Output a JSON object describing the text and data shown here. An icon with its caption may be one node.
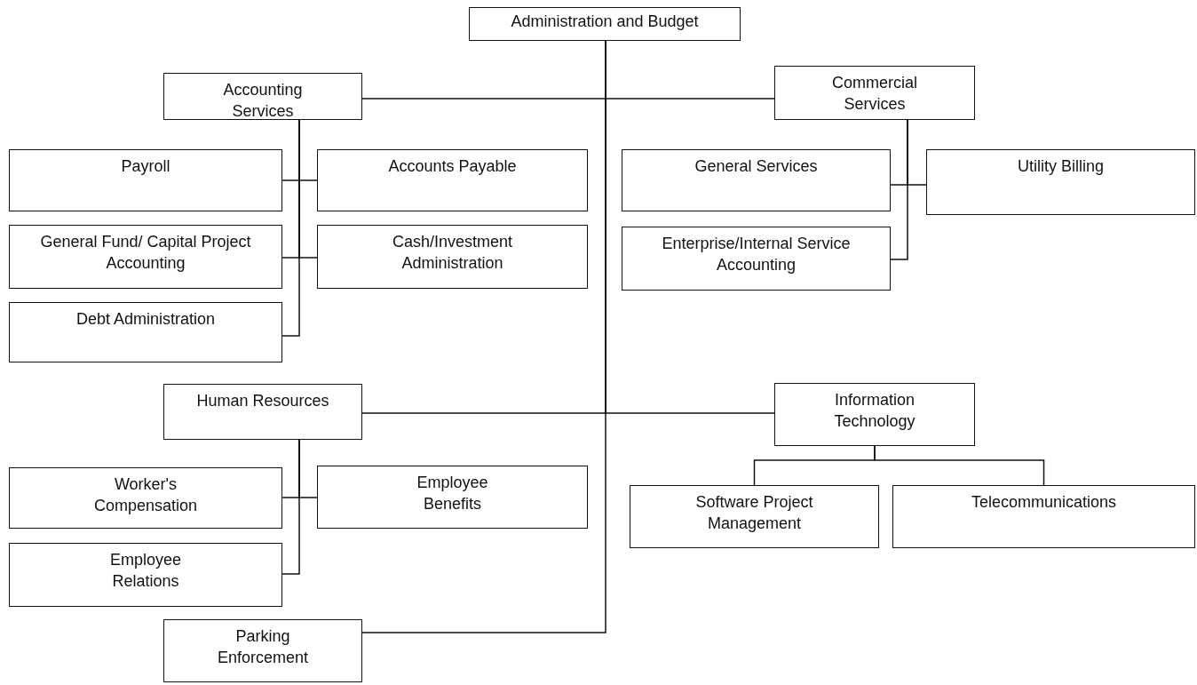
{
  "diagram": {
    "nodes": [
      {
        "text": [
          "Administration and Budget"
        ]
      },
      {
        "text": [
          "Accounting Services"
        ]
      },
      {
        "text": [
          "Commercial Services"
        ]
      },
      {
        "text": [
          "Payroll"
        ]
      },
      {
        "text": [
          "Accounts Payable"
        ]
      },
      {
        "text": [
          "General Fund/ Capital Project Accounting"
        ]
      },
      {
        "text": [
          "Cash/Investment Administration"
        ]
      },
      {
        "text": [
          "Debt Administration"
        ]
      },
      {
        "text": [
          "General Services"
        ]
      },
      {
        "text": [
          "Utility Billing"
        ]
      },
      {
        "text": [
          "Enterprise/Internal Service Accounting"
        ]
      },
      {
        "text": [
          "Human Resources"
        ]
      },
      {
        "text": [
          "Information Technology"
        ]
      },
      {
        "text": [
          "Worker's Compensation"
        ]
      },
      {
        "text": [
          "Employee Benefits"
        ]
      },
      {
        "text": [
          "Employee Relations"
        ]
      },
      {
        "text": [
          "Software Project Management"
        ]
      },
      {
        "text": [
          "Telecommunications"
        ]
      },
      {
        "text": [
          "Parking Enforcement"
        ]
      }
    ],
    "edges": [
      {
        "from": 0,
        "to": 1,
        "arrow": "none"
      },
      {
        "from": 0,
        "to": 2,
        "arrow": "none"
      },
      {
        "from": 0,
        "to": 11,
        "arrow": "none"
      },
      {
        "from": 0,
        "to": 12,
        "arrow": "none"
      },
      {
        "from": 0,
        "to": 18,
        "arrow": "none"
      },
      {
        "from": 1,
        "to": 3,
        "arrow": "none"
      },
      {
        "from": 1,
        "to": 4,
        "arrow": "none"
      },
      {
        "from": 1,
        "to": 5,
        "arrow": "none"
      },
      {
        "from": 1,
        "to": 6,
        "arrow": "none"
      },
      {
        "from": 1,
        "to": 7,
        "arrow": "none"
      },
      {
        "from": 2,
        "to": 8,
        "arrow": "none"
      },
      {
        "from": 2,
        "to": 9,
        "arrow": "none"
      },
      {
        "from": 2,
        "to": 10,
        "arrow": "none"
      },
      {
        "from": 11,
        "to": 13,
        "arrow": "none"
      },
      {
        "from": 11,
        "to": 14,
        "arrow": "none"
      },
      {
        "from": 11,
        "to": 15,
        "arrow": "none"
      },
      {
        "from": 12,
        "to": 16,
        "arrow": "none"
      },
      {
        "from": 12,
        "to": 17,
        "arrow": "none"
      }
    ]
  }
}
